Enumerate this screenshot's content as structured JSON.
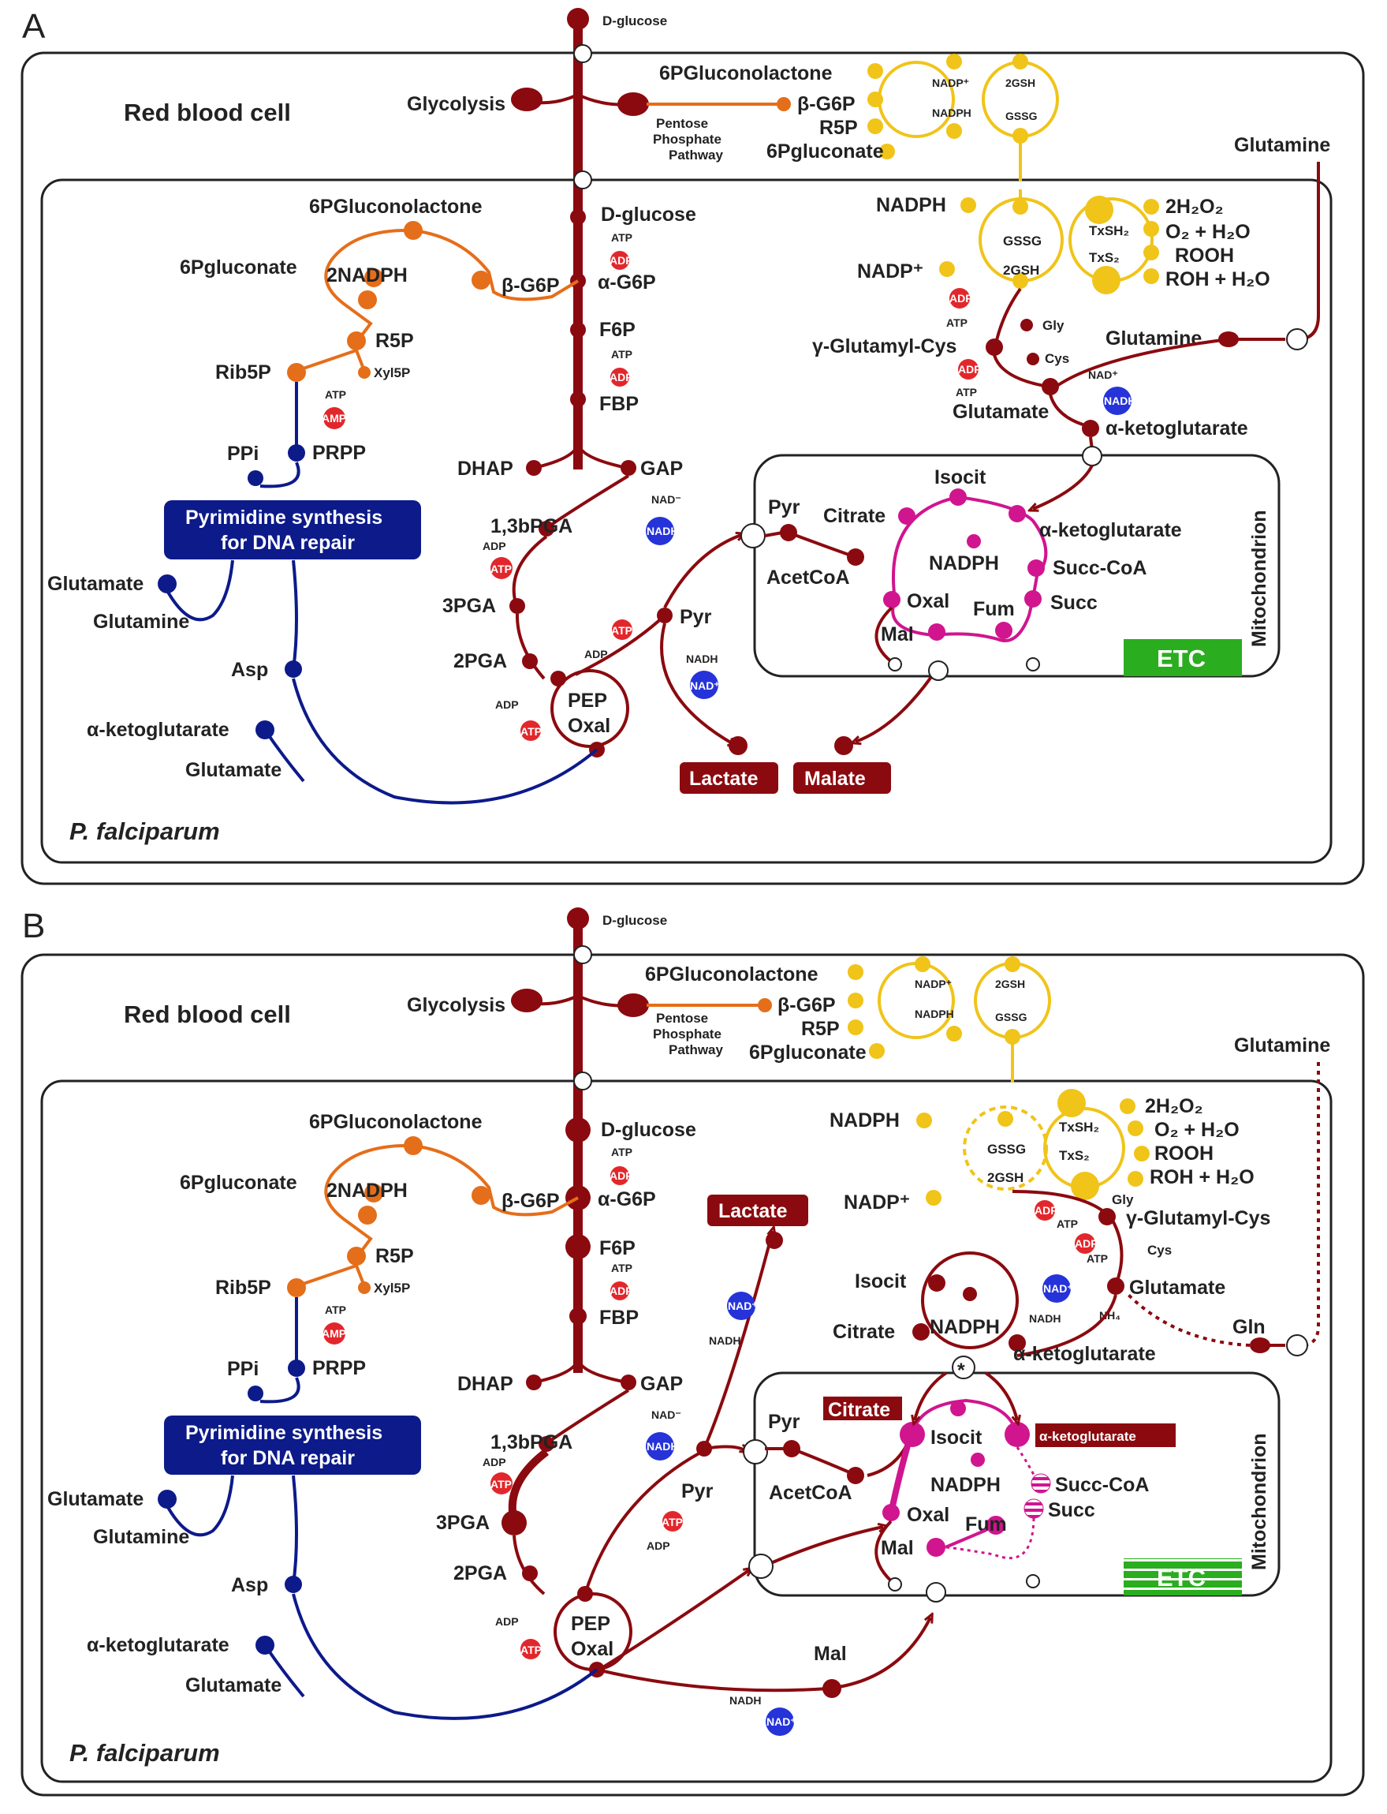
{
  "colors": {
    "dark_red": "#8b0a0f",
    "yellow": "#f0c419",
    "orange": "#e56e1a",
    "blue": "#0c1a8a",
    "magenta": "#d0158f",
    "red": "#e2272c",
    "nad_blue": "#2533d9",
    "green": "#2aad1f",
    "line": "#222222"
  },
  "panels": [
    {
      "letter": "A",
      "rbc_label": "Red blood cell",
      "parasite_label": "P. falciparum",
      "mito_label": "Mitochondrion",
      "etc_label": "ETC",
      "outside": {
        "d_glucose": "D-glucose",
        "glycolysis": "Glycolysis",
        "ppp_1": "Pentose",
        "ppp_2": "Phosphate",
        "ppp_3": "Pathway",
        "gluconolactone": "6PGluconolactone",
        "b_g6p": "β-G6P",
        "r5p": "R5P",
        "pgluconate": "6Pgluconate",
        "nadp_plus": "NADP⁺",
        "nadph": "NADPH",
        "gsh2": "2GSH",
        "gssg": "GSSG",
        "glutamine": "Glutamine"
      },
      "inside": {
        "gluconolactone": "6PGluconolactone",
        "pgluconate": "6Pgluconate",
        "nadph2": "2NADPH",
        "b_g6p": "β-G6P",
        "r5p": "R5P",
        "rib5p": "Rib5P",
        "xyl5p": "Xyl5P",
        "atp": "ATP",
        "amp": "AMP",
        "ppi": "PPi",
        "prpp": "PRPP",
        "pyr_syn_1": "Pyrimidine synthesis",
        "pyr_syn_2": "for DNA repair",
        "glutamate": "Glutamate",
        "glutamine": "Glutamine",
        "asp": "Asp",
        "akg": "α-ketoglutarate",
        "glutamate2": "Glutamate",
        "d_glucose": "D-glucose",
        "a_g6p": "α-G6P",
        "f6p": "F6P",
        "fbp": "FBP",
        "adp": "ADP",
        "dhap": "DHAP",
        "gap": "GAP",
        "nad_minus": "NAD⁻",
        "nadh": "NADH",
        "bpga": "1,3bPGA",
        "pga3": "3PGA",
        "pga2": "2PGA",
        "pep": "PEP",
        "oxal": "Oxal",
        "pyr": "Pyr",
        "nad_plus": "NAD⁺",
        "lactate": "Lactate",
        "malate": "Malate",
        "nadph_y": "NADPH",
        "nadp_y": "NADP⁺",
        "gssg": "GSSG",
        "gsh2": "2GSH",
        "txsh2": "TxSH₂",
        "txs2": "TxS₂",
        "h2o2": "2H₂O₂",
        "o2h2o": "O₂ + H₂O",
        "rooh": "ROOH",
        "rohh2o": "ROH + H₂O",
        "glu_cys": "γ-Glutamyl-Cys",
        "gly": "Gly",
        "cys": "Cys",
        "glutamine_r": "Glutamine",
        "glutamate_r": "Glutamate",
        "akg_r": "α-ketoglutarate",
        "mito_pyr": "Pyr",
        "acetcoa": "AcetCoA",
        "citrate": "Citrate",
        "isocit": "Isocit",
        "akg_m": "α-ketoglutarate",
        "nadph_m": "NADPH",
        "succcoa": "Succ-CoA",
        "succ": "Succ",
        "fum": "Fum",
        "oxal_m": "Oxal",
        "mal": "Mal"
      }
    },
    {
      "letter": "B",
      "rbc_label": "Red blood cell",
      "parasite_label": "P. falciparum",
      "mito_label": "Mitochondrion",
      "etc_label": "ETC",
      "outside": {
        "d_glucose": "D-glucose",
        "glycolysis": "Glycolysis",
        "ppp_1": "Pentose",
        "ppp_2": "Phosphate",
        "ppp_3": "Pathway",
        "gluconolactone": "6PGluconolactone",
        "b_g6p": "β-G6P",
        "r5p": "R5P",
        "pgluconate": "6Pgluconate",
        "nadp_plus": "NADP⁺",
        "nadph": "NADPH",
        "gsh2": "2GSH",
        "gssg": "GSSG",
        "glutamine": "Glutamine"
      },
      "inside": {
        "gluconolactone": "6PGluconolactone",
        "pgluconate": "6Pgluconate",
        "nadph2": "2NADPH",
        "b_g6p": "β-G6P",
        "r5p": "R5P",
        "rib5p": "Rib5P",
        "xyl5p": "Xyl5P",
        "atp": "ATP",
        "amp": "AMP",
        "ppi": "PPi",
        "prpp": "PRPP",
        "pyr_syn_1": "Pyrimidine synthesis",
        "pyr_syn_2": "for DNA repair",
        "glutamate": "Glutamate",
        "glutamine": "Glutamine",
        "asp": "Asp",
        "akg": "α-ketoglutarate",
        "glutamate2": "Glutamate",
        "d_glucose": "D-glucose",
        "a_g6p": "α-G6P",
        "f6p": "F6P",
        "fbp": "FBP",
        "adp": "ADP",
        "dhap": "DHAP",
        "gap": "GAP",
        "nad_minus": "NAD⁻",
        "nadh": "NADH",
        "bpga": "1,3bPGA",
        "pga3": "3PGA",
        "pga2": "2PGA",
        "pep": "PEP",
        "oxal": "Oxal",
        "pyr": "Pyr",
        "nad_plus": "NAD⁺",
        "lactate": "Lactate",
        "mal": "Mal",
        "nadph_y": "NADPH",
        "nadp_y": "NADP⁺",
        "gssg": "GSSG",
        "gsh2": "2GSH",
        "txsh2": "TxSH₂",
        "txs2": "TxS₂",
        "h2o2": "2H₂O₂",
        "o2h2o": "O₂ + H₂O",
        "rooh": "ROOH",
        "rohh2o": "ROH + H₂O",
        "glu_cys": "γ-Glutamyl-Cys",
        "gly": "Gly",
        "cys": "Cys",
        "glutamate_r": "Glutamate",
        "nh4": "NH₄",
        "gln": "Gln",
        "isocit_c": "Isocit",
        "citrate_c": "Citrate",
        "nadph_c": "NADPH",
        "akg_c": "α-ketoglutarate",
        "star": "*",
        "mito_pyr": "Pyr",
        "acetcoa": "AcetCoA",
        "citrate_box": "Citrate",
        "isocit_m": "Isocit",
        "akg_box": "α-ketoglutarate",
        "nadph_m": "NADPH",
        "succcoa": "Succ-CoA",
        "succ": "Succ",
        "fum": "Fum",
        "oxal_m": "Oxal",
        "mal_m": "Mal"
      }
    }
  ]
}
